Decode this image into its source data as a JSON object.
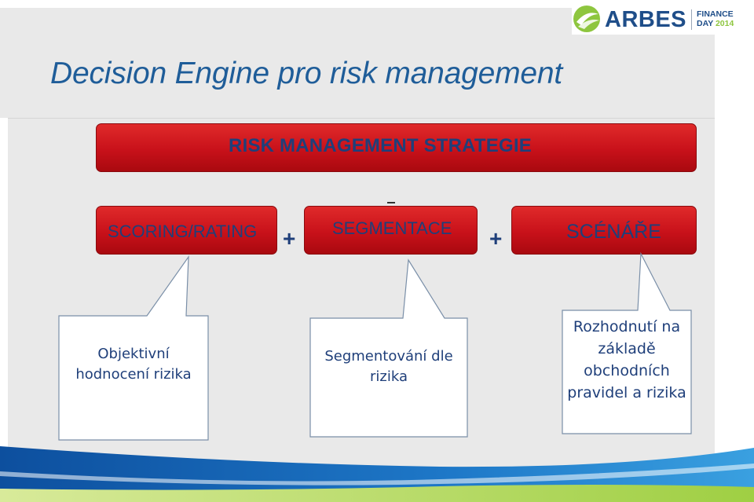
{
  "slide": {
    "title": "Decision Engine pro risk management"
  },
  "logo": {
    "brand": "ARBES",
    "event_line1": "FINANCE",
    "event_line2": "DAY",
    "event_year": "2014"
  },
  "diagram": {
    "strategy": "RISK MANAGEMENT STRATEGIE",
    "components": [
      {
        "label": "SCORING/RATING",
        "description": "Objektivní hodnocení rizika"
      },
      {
        "label": "SEGMENTACE",
        "description": "Segmentování dle rizika"
      },
      {
        "label": "SCÉNÁŘE",
        "description": "Rozhodnutí na základě obchodních pravidel a rizika"
      }
    ],
    "operator": "+"
  },
  "colors": {
    "title_blue": "#1f5d99",
    "box_red": "#c8111a",
    "text_navy": "#1f3f7a",
    "logo_green": "#8ec63f",
    "logo_blue": "#1f4e89"
  }
}
